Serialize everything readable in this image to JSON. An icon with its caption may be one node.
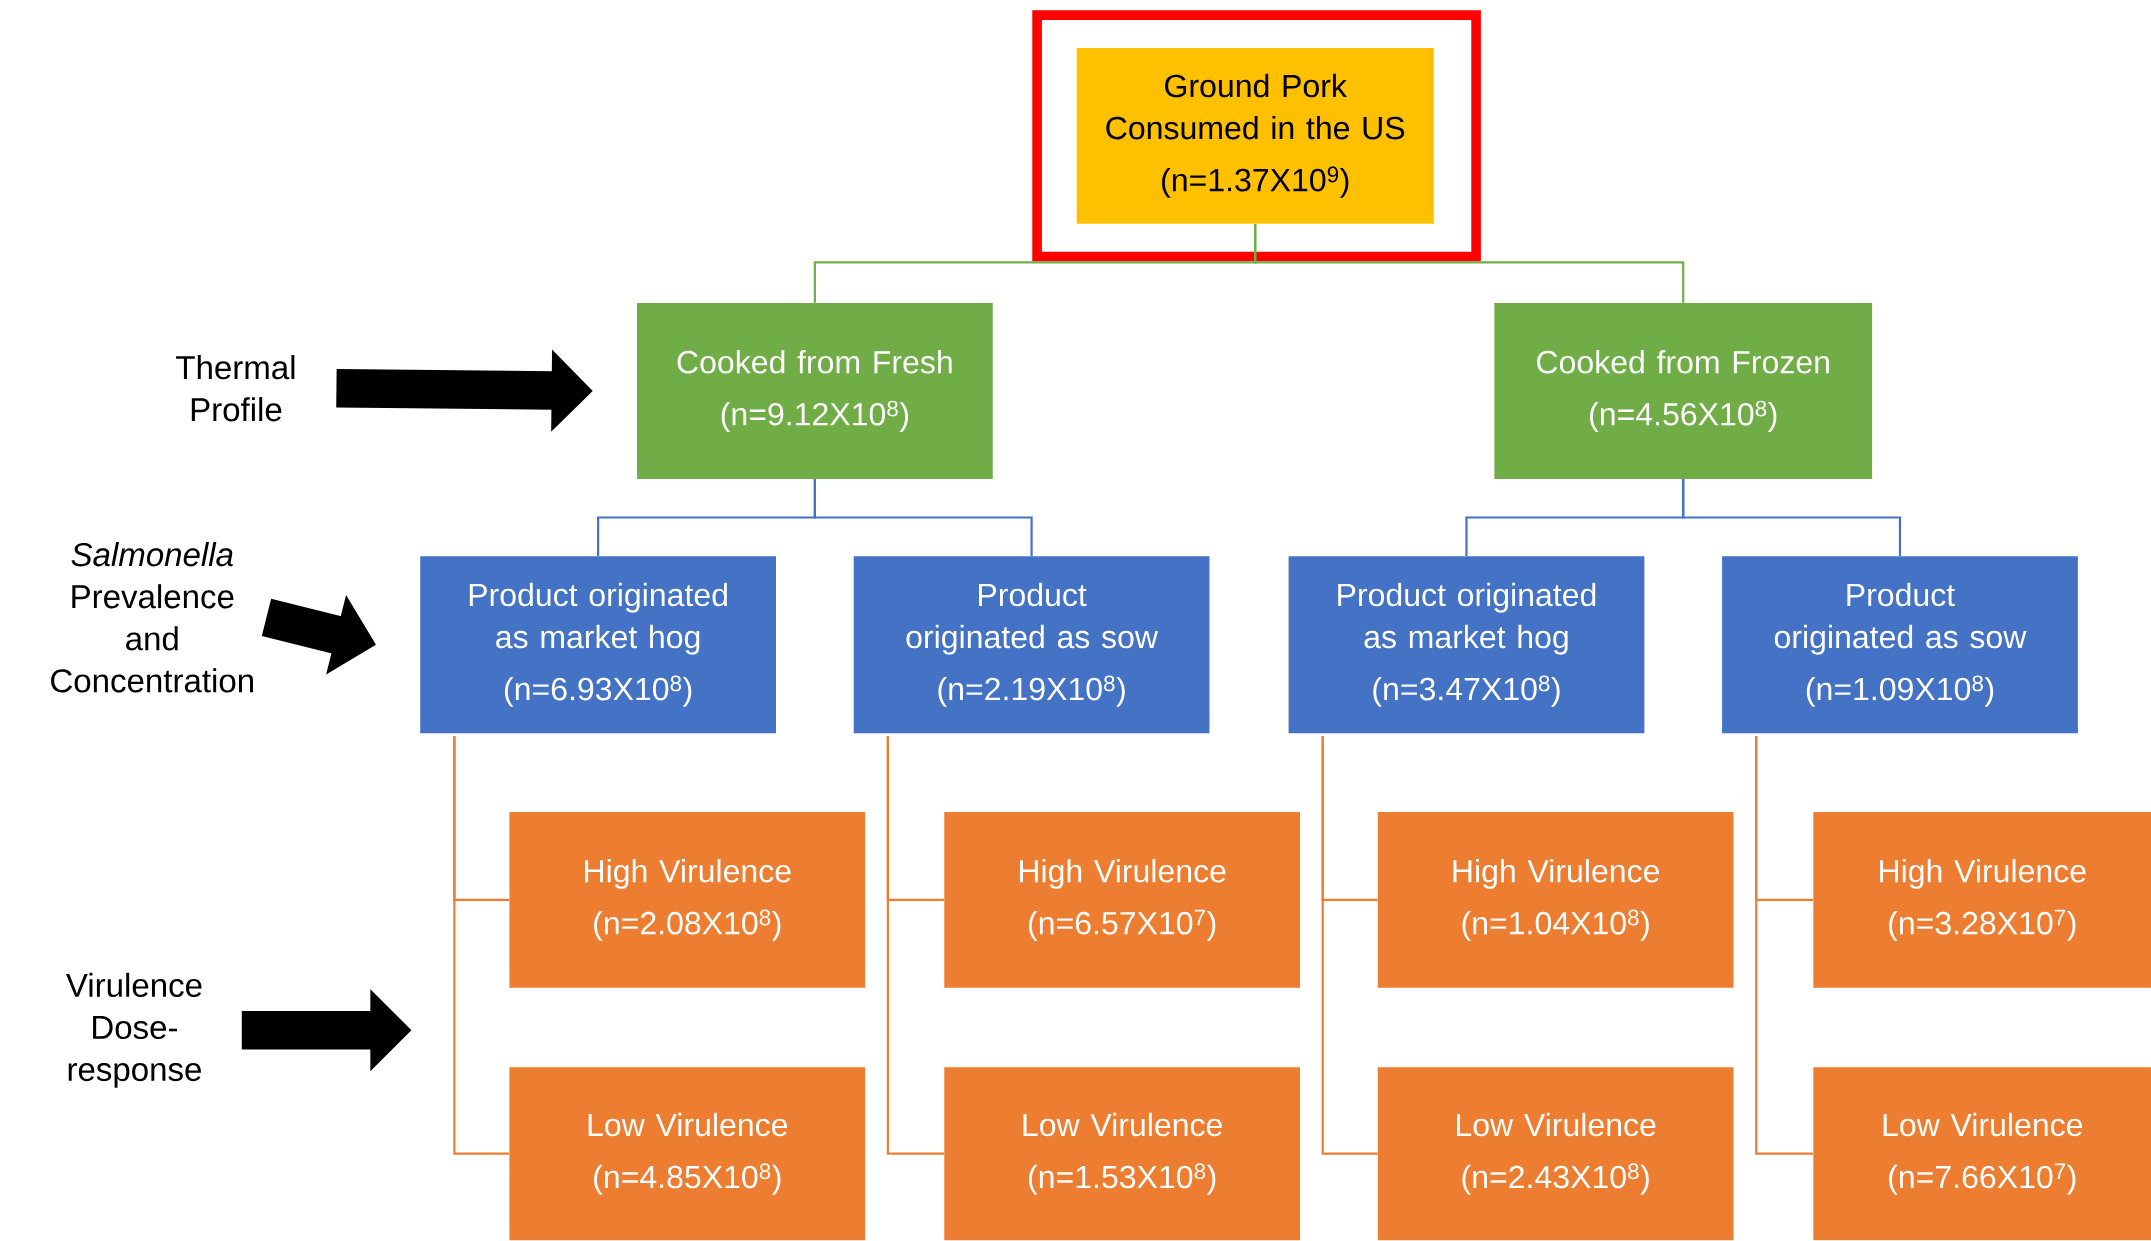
{
  "diagram": {
    "nodes": [
      {
        "text": [
          "Ground Pork Consumed in the US",
          "(n=1.37X10$^{9}$)"
        ]
      },
      {
        "text": [
          "Cooked from Fresh",
          "(n=9.12X10$^{8}$)"
        ]
      },
      {
        "text": [
          "Cooked from Frozen",
          "(n=4.56X10$^{8}$)"
        ]
      },
      {
        "text": [
          "Product originated as market hog",
          "(n=6.93X10$^{8}$)"
        ]
      },
      {
        "text": [
          "Product originated as sow",
          "(n=2.19X10$^{8}$)"
        ]
      },
      {
        "text": [
          "Product originated as market hog",
          "(n=3.47X10$^{8}$)"
        ]
      },
      {
        "text": [
          "Product originated as sow",
          "(n=1.09X10$^{8}$)"
        ]
      },
      {
        "text": [
          "High Virulence",
          "(n=2.08X10$^{8}$)"
        ]
      },
      {
        "text": [
          "Low Virulence",
          "(n=4.85X10$^{8}$)"
        ]
      },
      {
        "text": [
          "High Virulence",
          "(n=6.57X10$^{7}$)"
        ]
      },
      {
        "text": [
          "Low Virulence",
          "(n=1.53X10$^{8}$)"
        ]
      },
      {
        "text": [
          "High Virulence",
          "(n=1.04X10$^{8}$)"
        ]
      },
      {
        "text": [
          "Low Virulence",
          "(n=2.43X10$^{8}$)"
        ]
      },
      {
        "text": [
          "High Virulence",
          "(n=3.28X10$^{7}$)"
        ]
      },
      {
        "text": [
          "Low Virulence",
          "(n=7.66X10$^{7}$)"
        ]
      },
      {
        "text": [
          "Thermal Profile"
        ]
      },
      {
        "text": [
          "*Salmonella* Prevalence and Concentration"
        ]
      },
      {
        "text": [
          "Virulence Dose-response"
        ]
      }
    ],
    "edges": [
      {
        "from": 0,
        "to": 1,
        "arrow": "none",
        "color": "#70ad47"
      },
      {
        "from": 0,
        "to": 2,
        "arrow": "none",
        "color": "#70ad47"
      },
      {
        "from": 1,
        "to": 3,
        "arrow": "none",
        "color": "#4472c4"
      },
      {
        "from": 1,
        "to": 4,
        "arrow": "none",
        "color": "#4472c4"
      },
      {
        "from": 2,
        "to": 5,
        "arrow": "none",
        "color": "#4472c4"
      },
      {
        "from": 2,
        "to": 6,
        "arrow": "none",
        "color": "#4472c4"
      },
      {
        "from": 3,
        "to": 7,
        "arrow": "none"
      },
      {
        "from": 3,
        "to": 8,
        "arrow": "none"
      },
      {
        "from": 4,
        "to": 9,
        "arrow": "none"
      },
      {
        "from": 4,
        "to": 10,
        "arrow": "none"
      },
      {
        "from": 5,
        "to": 11,
        "arrow": "none"
      },
      {
        "from": 5,
        "to": 12,
        "arrow": "none"
      },
      {
        "from": 6,
        "to": 13,
        "arrow": "none"
      },
      {
        "from": 6,
        "to": 14,
        "arrow": "none"
      },
      {
        "from": 15,
        "to": 1,
        "arrow": "to",
        "style": "thick",
        "color": "#000000"
      },
      {
        "from": 16,
        "to": 3,
        "arrow": "to",
        "style": "thick",
        "color": "#000000"
      },
      {
        "from": 17,
        "to": null,
        "arrow": "to",
        "style": "thick",
        "color": "#000000"
      }
    ]
  }
}
